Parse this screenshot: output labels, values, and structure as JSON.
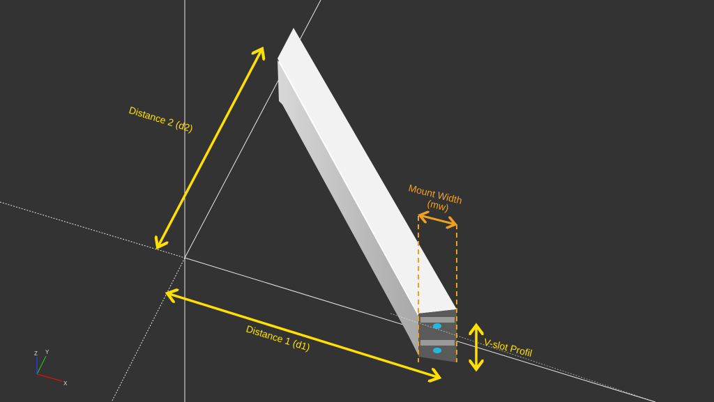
{
  "annotations": {
    "distance2": "Distance 2 (d2)",
    "distance1": "Distance 1 (d1)",
    "mount_width_line1": "Mount Width",
    "mount_width_line2": "(mw)",
    "vslot": "V-slot Profil"
  },
  "axes_indicator": {
    "x": "X",
    "y": "Y",
    "z": "Z"
  },
  "colors": {
    "background": "#333333",
    "dimension_yellow": "#ffe000",
    "dimension_orange": "#f0a020",
    "x_axis": "#e01010",
    "y_axis": "#20c020",
    "z_axis": "#2040ff"
  }
}
